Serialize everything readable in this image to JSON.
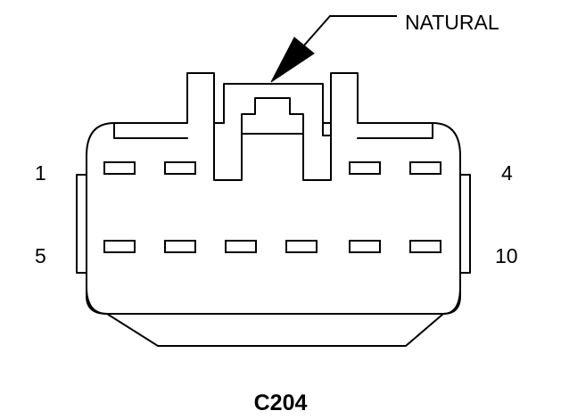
{
  "connector": {
    "id": "C204",
    "color_label": "NATURAL"
  },
  "pins": {
    "top_left": "1",
    "top_right": "4",
    "bottom_left": "5",
    "bottom_right": "10"
  },
  "colors": {
    "line": "#000000",
    "background": "#ffffff"
  }
}
